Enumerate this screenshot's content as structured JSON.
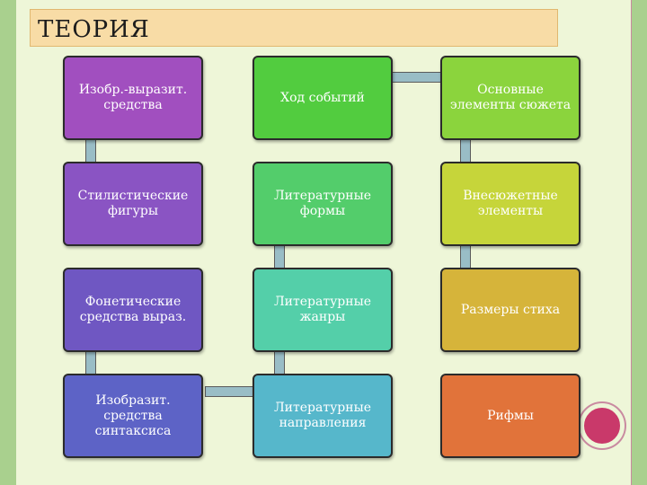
{
  "title": "ТЕОРИЯ",
  "boxes": {
    "r1c1": "Изобр.-выразит. средства",
    "r1c2": "Ход событий",
    "r1c3": "Основные элементы сюжета",
    "r2c1": "Стилистические фигуры",
    "r2c2": "Литературные формы",
    "r2c3": "Внесюжетные элементы",
    "r3c1": "Фонетические средства выраз.",
    "r3c2": "Литературные жанры",
    "r3c3": "Размеры стиха",
    "r4c1": "Изобразит. средства синтаксиса",
    "r4c2": "Литературные направления",
    "r4c3": "Рифмы"
  },
  "colors": {
    "background": "#a9d08e",
    "title_bar": "#f8dca6",
    "connector": "#99bdc6"
  }
}
